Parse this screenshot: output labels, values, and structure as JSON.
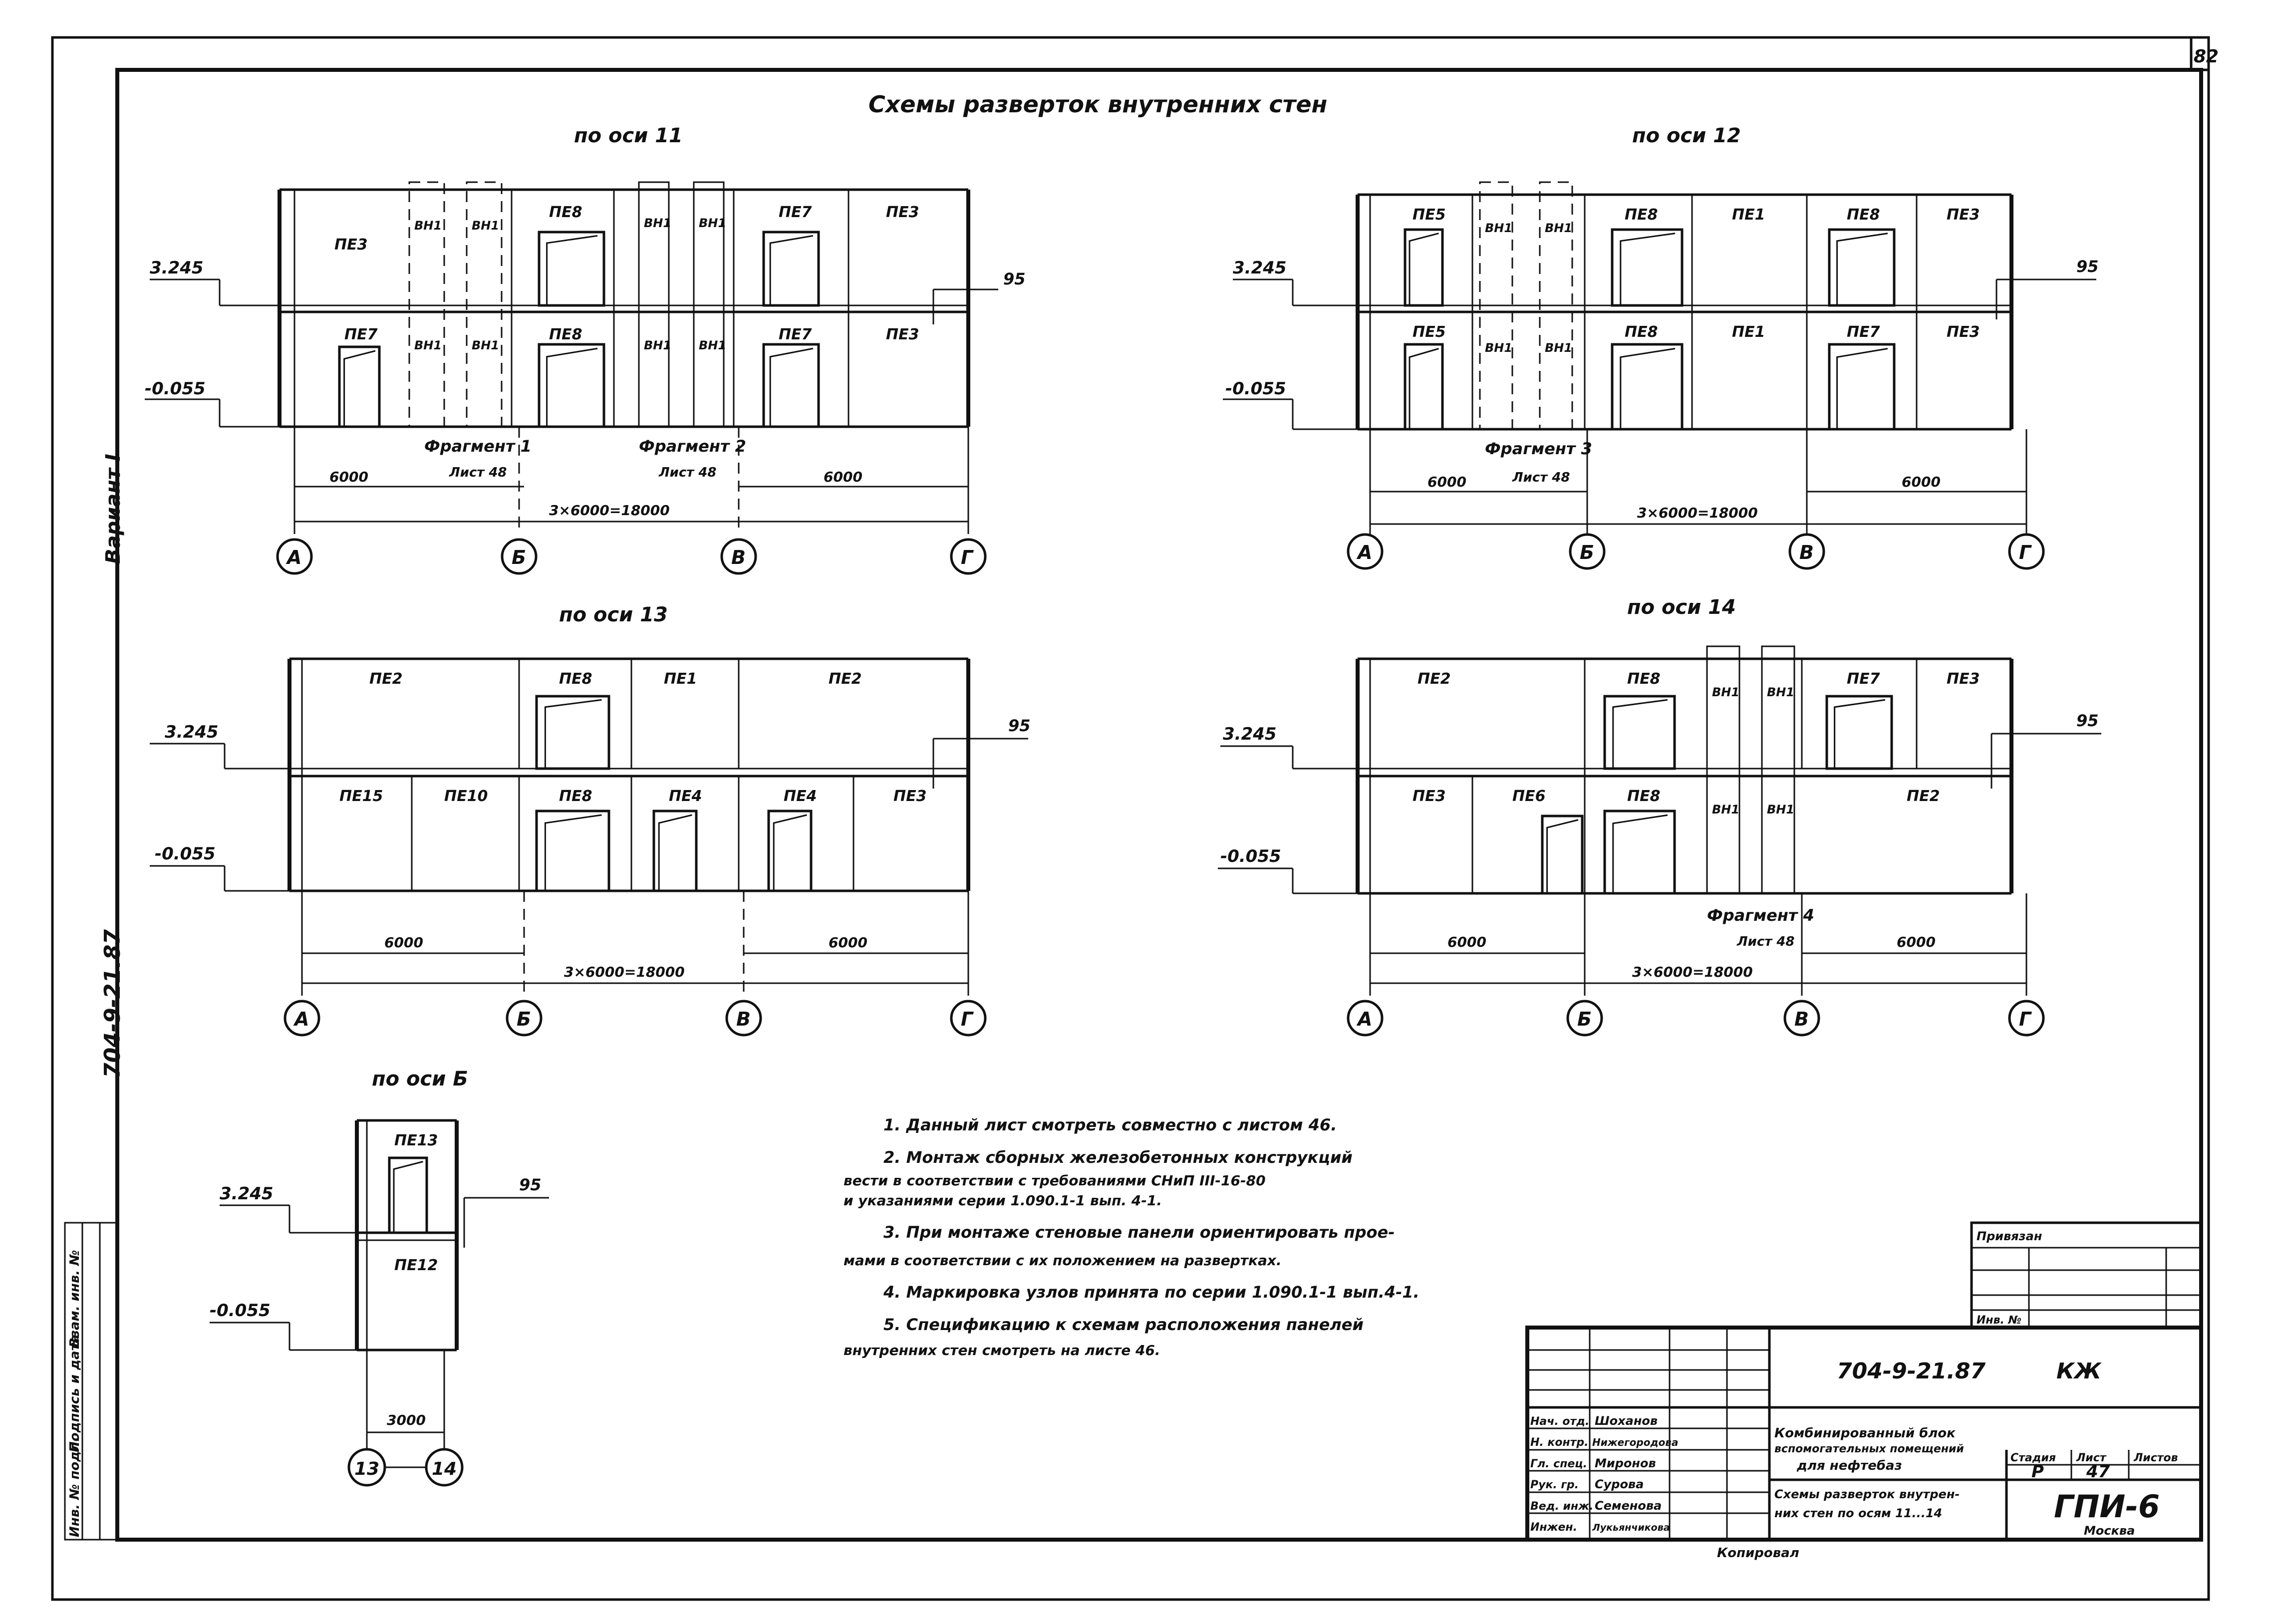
{
  "page_number": "82",
  "title": "Схемы разверток внутренних стен",
  "views": [
    {
      "title": "по оси 11",
      "mark_upper": "3.245",
      "mark_lower": "-0.055",
      "right_label": "95",
      "upper_panels": [
        "ПЕ3",
        "ВН1",
        "ВН1",
        "ПЕ8",
        "ВН1",
        "ВН1",
        "ПЕ7",
        "ПЕ3"
      ],
      "lower_panels": [
        "ПЕ7",
        "ВН1",
        "ВН1",
        "ПЕ8",
        "ВН1",
        "ВН1",
        "ПЕ7",
        "ПЕ3"
      ],
      "fragments": [
        {
          "name": "Фрагмент 1",
          "sheet": "Лист 48"
        },
        {
          "name": "Фрагмент 2",
          "sheet": "Лист 48"
        }
      ],
      "dims_top": [
        "6000",
        "6000"
      ],
      "dim_total": "3×6000=18000",
      "axes": [
        "А",
        "Б",
        "В",
        "Г"
      ]
    },
    {
      "title": "по оси 12",
      "mark_upper": "3.245",
      "mark_lower": "-0.055",
      "right_label": "95",
      "upper_panels": [
        "ПЕ5",
        "ВН1",
        "ВН1",
        "ПЕ8",
        "ПЕ1",
        "ПЕ8",
        "ПЕ3"
      ],
      "lower_panels": [
        "ПЕ5",
        "ВН1",
        "ВН1",
        "ПЕ8",
        "ПЕ1",
        "ПЕ7",
        "ПЕ3"
      ],
      "fragments": [
        {
          "name": "Фрагмент 3",
          "sheet": "Лист 48"
        }
      ],
      "dims_top": [
        "6000",
        "6000"
      ],
      "dim_total": "3×6000=18000",
      "axes": [
        "А",
        "Б",
        "В",
        "Г"
      ]
    },
    {
      "title": "по оси 13",
      "mark_upper": "3.245",
      "mark_lower": "-0.055",
      "right_label": "95",
      "upper_panels": [
        "ПЕ2",
        "ПЕ8",
        "ПЕ1",
        "ПЕ2"
      ],
      "lower_panels": [
        "ПЕ15",
        "ПЕ10",
        "ПЕ8",
        "ПЕ4",
        "ПЕ4",
        "ПЕ3"
      ],
      "fragments": [],
      "dims_top": [
        "6000",
        "6000"
      ],
      "dim_total": "3×6000=18000",
      "axes": [
        "А",
        "Б",
        "В",
        "Г"
      ]
    },
    {
      "title": "по оси 14",
      "mark_upper": "3.245",
      "mark_lower": "-0.055",
      "right_label": "95",
      "upper_panels": [
        "ПЕ2",
        "ПЕ8",
        "ВН1",
        "ВН1",
        "ПЕ7",
        "ПЕ3"
      ],
      "lower_panels": [
        "ПЕ3",
        "ПЕ6",
        "ПЕ8",
        "ВН1",
        "ВН1",
        "ПЕ2"
      ],
      "fragments": [
        {
          "name": "Фрагмент 4",
          "sheet": "Лист 48"
        }
      ],
      "dims_top": [
        "6000",
        "6000"
      ],
      "dim_total": "3×6000=18000",
      "axes": [
        "А",
        "Б",
        "В",
        "Г"
      ]
    },
    {
      "title": "по оси Б",
      "mark_upper": "3.245",
      "mark_lower": "-0.055",
      "right_label": "95",
      "upper_panels": [
        "ПЕ13"
      ],
      "lower_panels": [
        "ПЕ12"
      ],
      "fragments": [],
      "dims_top": [],
      "dim_total": "3000",
      "axes": [
        "13",
        "14"
      ]
    }
  ],
  "notes": [
    "1. Данный лист смотреть совместно с листом 46.",
    "2. Монтаж сборных железобетонных конструкций",
    "вести в соответствии с требованиями СНиП III-16-80",
    "и указаниями серии 1.090.1-1 вып. 4-1.",
    "3. При монтаже стеновые панели ориентировать прое-",
    "мами в соответствии с их положением на развертках.",
    "4. Маркировка узлов принята по серии 1.090.1-1 вып.4-1.",
    "5. Спецификацию к схемам расположения панелей",
    "внутренних стен смотреть на листе 46."
  ],
  "side_stamp": {
    "variant": "Вариант I",
    "code": "704-9-21.87",
    "columns": [
      "Инв. № подл.",
      "Подпись и дата",
      "Взам. инв. №"
    ]
  },
  "small_table": {
    "top": "Привязан",
    "bottom": "Инв. №"
  },
  "title_block": {
    "doc_code": "704-9-21.87",
    "mark": "КЖ",
    "staff": [
      {
        "role": "Нач. отд.",
        "name": "Шоханов"
      },
      {
        "role": "Н. контр.",
        "name": "Нижегородова"
      },
      {
        "role": "Гл. спец.",
        "name": "Миронов"
      },
      {
        "role": "Рук. гр.",
        "name": "Сурова"
      },
      {
        "role": "Вед. инж.",
        "name": "Семенова"
      },
      {
        "role": "Инжен.",
        "name": "Лукьянчикова"
      }
    ],
    "project": [
      "Комбинированный блок",
      "вспомогательных помещений",
      "для нефтебаз"
    ],
    "sheet_title": [
      "Схемы разверток внутрен-",
      "них стен по осям 11...14"
    ],
    "headers": [
      "Стадия",
      "Лист",
      "Листов"
    ],
    "stage": "Р",
    "sheet": "47",
    "sheets": "",
    "org": "ГПИ-6",
    "city": "Москва"
  },
  "copied": "Копировал"
}
